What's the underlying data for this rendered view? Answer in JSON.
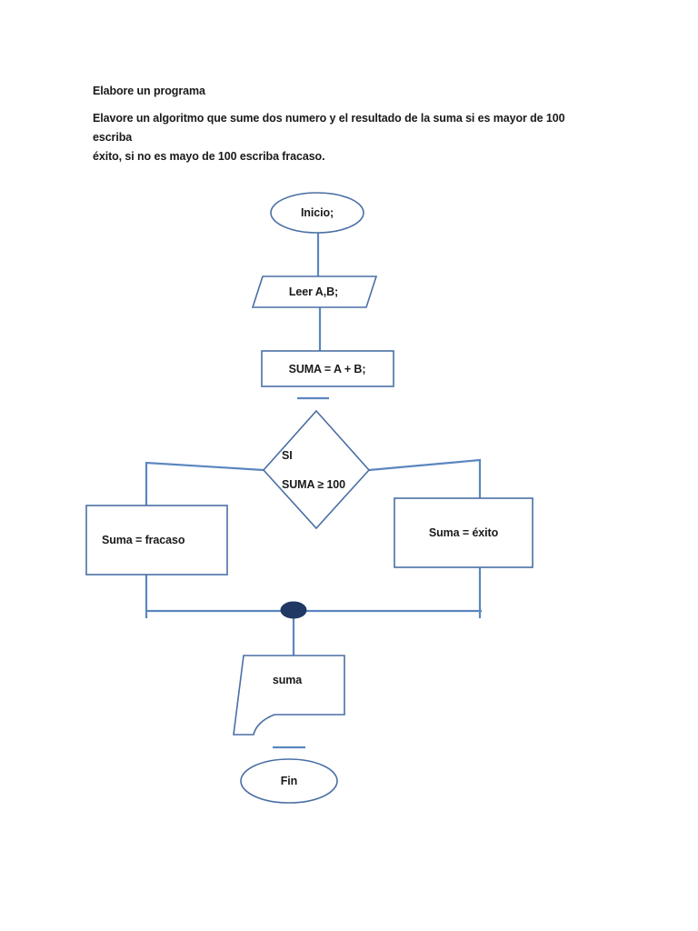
{
  "document": {
    "heading": "Elabore un programa",
    "paragraph_line1": "Elavore un algoritmo que sume dos numero y el resultado de la suma si es mayor de 100 escriba",
    "paragraph_line2": "éxito, si no es mayo de 100 escriba fracaso."
  },
  "colors": {
    "shape_border": "#4A6FA5",
    "connector": "#5B86C0",
    "merge_dot": "#1F3864",
    "text": "#1a1a1a",
    "background": "#ffffff"
  },
  "flowchart": {
    "type": "flowchart",
    "nodes": [
      {
        "id": "inicio",
        "shape": "terminator",
        "label": "Inicio;"
      },
      {
        "id": "leer",
        "shape": "parallelogram",
        "label": "Leer A,B;"
      },
      {
        "id": "suma",
        "shape": "process",
        "label": "SUMA = A + B;"
      },
      {
        "id": "decision",
        "shape": "diamond",
        "label_line1": "SI",
        "label_line2": "SUMA ≥ 100"
      },
      {
        "id": "fracaso",
        "shape": "process",
        "label": "Suma = fracaso"
      },
      {
        "id": "exito",
        "shape": "process",
        "label": "Suma = éxito"
      },
      {
        "id": "merge",
        "shape": "connector-dot",
        "label": ""
      },
      {
        "id": "salida",
        "shape": "output",
        "label": "suma"
      },
      {
        "id": "fin",
        "shape": "terminator",
        "label": "Fin"
      }
    ],
    "edges": [
      {
        "from": "inicio",
        "to": "leer"
      },
      {
        "from": "leer",
        "to": "suma"
      },
      {
        "from": "suma",
        "to": "decision"
      },
      {
        "from": "decision",
        "to": "fracaso"
      },
      {
        "from": "decision",
        "to": "exito"
      },
      {
        "from": "fracaso",
        "to": "merge"
      },
      {
        "from": "exito",
        "to": "merge"
      },
      {
        "from": "merge",
        "to": "salida"
      },
      {
        "from": "salida",
        "to": "fin"
      }
    ]
  }
}
